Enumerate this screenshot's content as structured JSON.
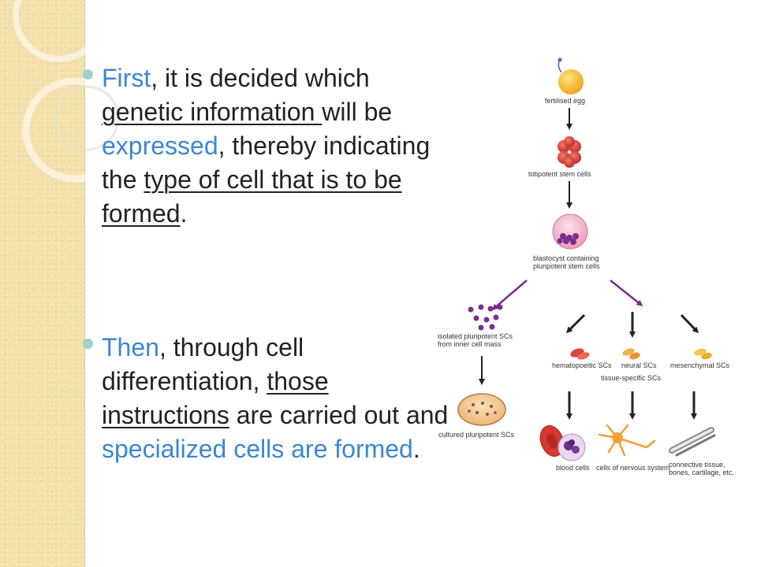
{
  "bullets": [
    {
      "segments": [
        {
          "text": "First",
          "style": "blue"
        },
        {
          "text": ", it is decided which ",
          "style": ""
        },
        {
          "text": "genetic information ",
          "style": "ul"
        },
        {
          "text": "will be ",
          "style": ""
        },
        {
          "text": "expressed",
          "style": "blue"
        },
        {
          "text": ", thereby indicating the ",
          "style": ""
        },
        {
          "text": "type of cell that is to be formed",
          "style": "ul"
        },
        {
          "text": ".",
          "style": ""
        }
      ]
    },
    {
      "segments": [
        {
          "text": "Then",
          "style": "blue"
        },
        {
          "text": ", through cell differentiation, ",
          "style": ""
        },
        {
          "text": "those instructions",
          "style": "ul"
        },
        {
          "text": " are carried out and ",
          "style": ""
        },
        {
          "text": "specialized cells are formed",
          "style": "blue"
        },
        {
          "text": ".",
          "style": ""
        }
      ]
    }
  ],
  "diagram": {
    "labels": {
      "fertilised_egg": "fertilised egg",
      "totipotent": "totipotent stem cells",
      "blastocyst_1": "blastocyst containing",
      "blastocyst_2": "pluripotent stem cells",
      "isolated_1": "isolated pluripotent SCs",
      "isolated_2": "from inner cell mass",
      "hematopoietic": "hematopoeitic SCs",
      "neural": "neural SCs",
      "mesenchymal": "mesenchymal SCs",
      "tissue_specific": "tissue-specific SCs",
      "cultured": "cultured pluripotent SCs",
      "blood": "blood cells",
      "nervous": "cells of nervous system",
      "connective_1": "connective tissue,",
      "connective_2": "bones, cartilage, etc."
    }
  },
  "colors": {
    "accent_blue": "#3b86d6",
    "bullet": "#9fd1c9",
    "sidebar": "#f3dfa9",
    "arrow_purple": "#7a2a8f"
  }
}
